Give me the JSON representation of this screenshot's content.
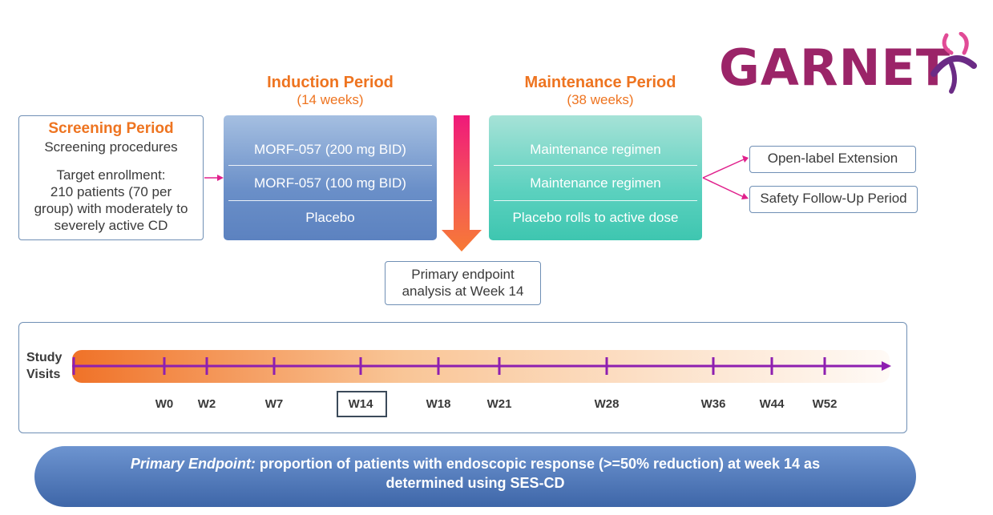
{
  "logo": {
    "text": "GARNET"
  },
  "induction": {
    "title": "Induction Period",
    "duration": "(14 weeks)",
    "arms": [
      "MORF-057 (200 mg BID)",
      "MORF-057 (100 mg BID)",
      "Placebo"
    ]
  },
  "maintenance": {
    "title": "Maintenance Period",
    "duration": "(38 weeks)",
    "arms": [
      "Maintenance regimen",
      "Maintenance regimen",
      "Placebo rolls to active dose"
    ]
  },
  "screening": {
    "title": "Screening Period",
    "procedures": "Screening procedures",
    "enrollment_lines": [
      "Target enrollment:",
      "210 patients (70 per",
      "group) with moderately to",
      "severely active CD"
    ]
  },
  "outcomes": [
    "Open-label Extension",
    "Safety Follow-Up Period"
  ],
  "analysis": {
    "lines": [
      "Primary endpoint",
      "analysis at Week 14"
    ]
  },
  "timeline": {
    "label_lines": [
      "Study",
      "Visits"
    ],
    "weeks": [
      "W0",
      "W2",
      "W7",
      "W14",
      "W18",
      "W21",
      "W28",
      "W36",
      "W44",
      "W52"
    ],
    "highlighted_week": "W14"
  },
  "banner": {
    "emphasis": "Primary Endpoint:",
    "text_line1": " proportion of patients with endoscopic response (>=50% reduction) at week 14 as",
    "text_line2": "determined using SES-CD"
  },
  "colors": {
    "accent_orange": "#ee7420",
    "brand_purple": "#9b2468",
    "timeline_purple": "#8e1fb0",
    "connector_pink": "#e0208c",
    "border_blue": "#6f8fb5"
  }
}
